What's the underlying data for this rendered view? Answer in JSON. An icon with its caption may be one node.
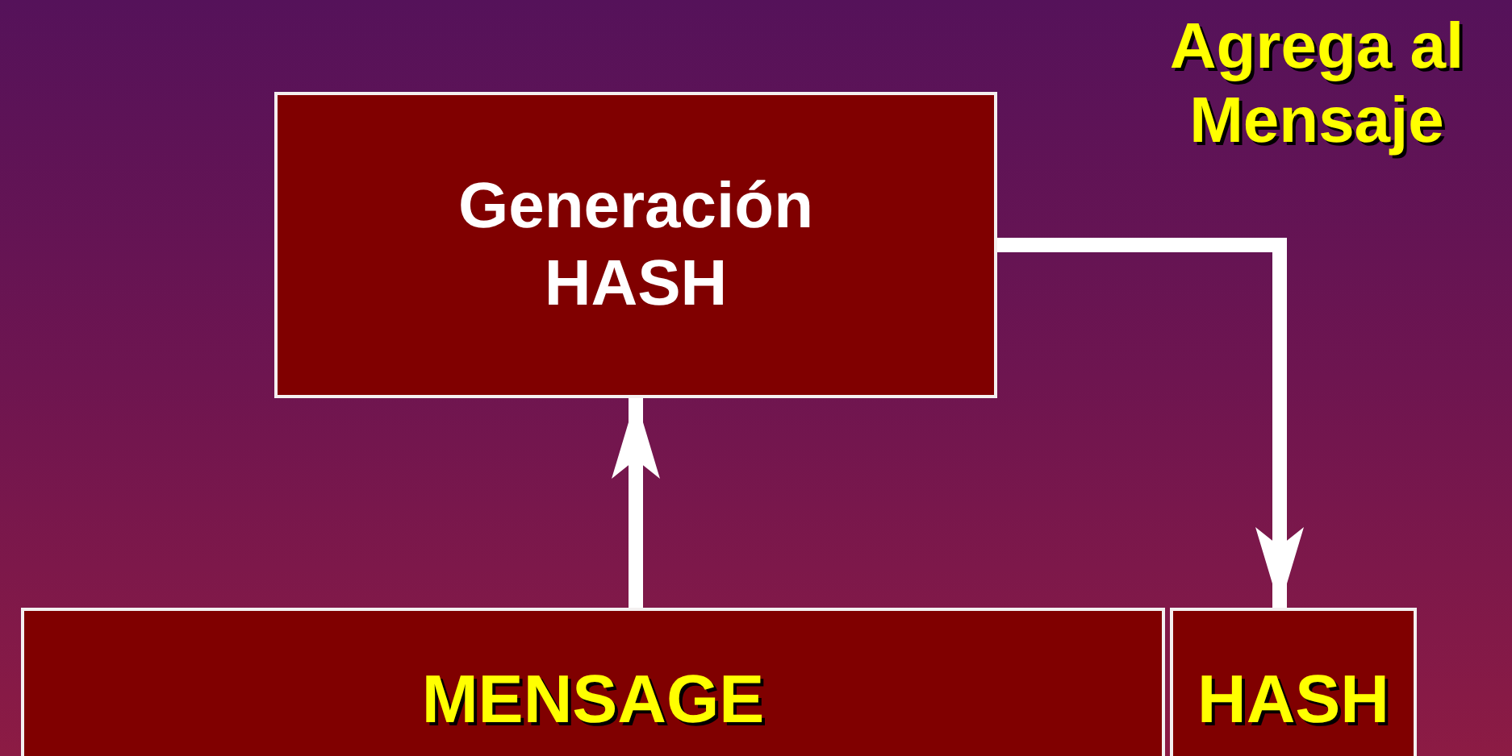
{
  "diagram": {
    "nodes": [
      {
        "text": [
          "Generación HASH"
        ]
      },
      {
        "text": [
          "MENSAGE"
        ]
      },
      {
        "text": [
          "HASH"
        ]
      }
    ],
    "edges": [
      {
        "from": 1,
        "to": 0,
        "arrow": "to"
      },
      {
        "from": 0,
        "to": 2,
        "arrow": "to"
      }
    ],
    "labels": [
      "Agrega al Mensaje"
    ]
  }
}
